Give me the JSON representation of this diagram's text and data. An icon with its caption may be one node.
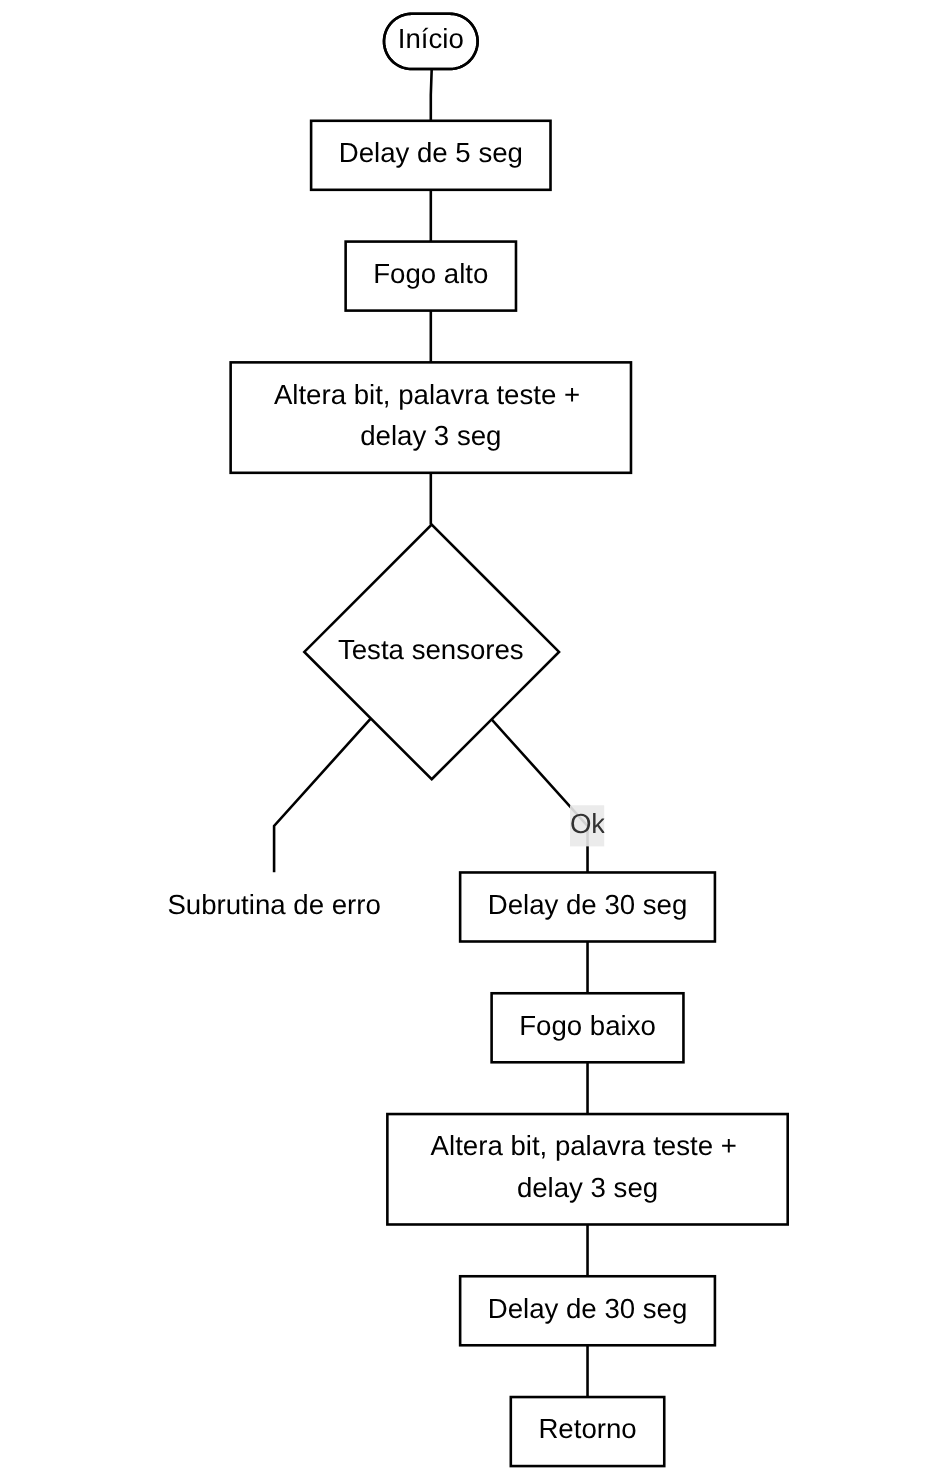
{
  "diagram": {
    "nodes": [
      {
        "text": [
          "Início"
        ]
      },
      {
        "text": [
          "Delay de 5 seg"
        ]
      },
      {
        "text": [
          "Fogo alto"
        ]
      },
      {
        "text": [
          "Altera bit, palavra teste + delay 3 seg"
        ]
      },
      {
        "text": [
          "Testa sensores"
        ]
      },
      {
        "text": [
          "Subrutina de erro"
        ]
      },
      {
        "text": [
          "Delay de 30 seg"
        ]
      },
      {
        "text": [
          "Fogo baixo"
        ]
      },
      {
        "text": [
          "Altera bit, palavra teste + delay 3 seg"
        ]
      },
      {
        "text": [
          "Delay de 30 seg"
        ]
      },
      {
        "text": [
          "Retorno"
        ]
      }
    ],
    "edges": [
      {
        "from": 0,
        "to": 1,
        "arrow": "none"
      },
      {
        "from": 1,
        "to": 2,
        "arrow": "none"
      },
      {
        "from": 2,
        "to": 3,
        "arrow": "none"
      },
      {
        "from": 3,
        "to": 4,
        "arrow": "none"
      },
      {
        "from": 4,
        "to": 5,
        "arrow": "none"
      },
      {
        "from": 4,
        "to": 6,
        "label": "Ok",
        "arrow": "none"
      },
      {
        "from": 6,
        "to": 7,
        "arrow": "none"
      },
      {
        "from": 7,
        "to": 8,
        "arrow": "none"
      },
      {
        "from": 8,
        "to": 9,
        "arrow": "none"
      },
      {
        "from": 9,
        "to": 10,
        "arrow": "none"
      }
    ]
  }
}
